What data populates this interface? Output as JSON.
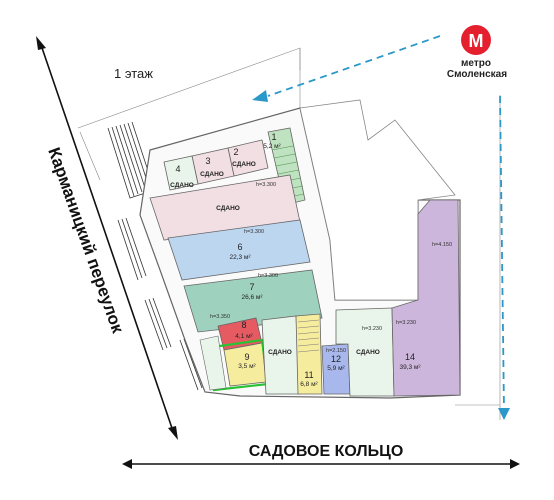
{
  "floor_label": "1 этаж",
  "metro": {
    "logo_letter": "М",
    "line1": "метро",
    "line2": "Смоленская",
    "logo_color": "#e4202e"
  },
  "streets": {
    "left": "Карманицкий переулок",
    "bottom": "САДОВОЕ КОЛЬЦО"
  },
  "colors": {
    "room1": "#bfe3c0",
    "room2": "#f1dfe4",
    "room3": "#f1dfe4",
    "room4": "#e9f5ea",
    "room5": "#f1dfe4",
    "room6": "#bcd6f0",
    "room7": "#9fd1bf",
    "room8": "#e65a62",
    "room9": "#f6ec9e",
    "room10": "#e9f5ea",
    "room11": "#f6ec9e",
    "room12": "#a8b8ec",
    "room13": "#e9f5ea",
    "room14": "#cdb6dc",
    "arrow": "#2a98c9",
    "highlight": "#29c232"
  },
  "rooms": [
    {
      "num": "1",
      "area": "5,2 м²"
    },
    {
      "num": "2",
      "label": "СДАНО"
    },
    {
      "num": "3",
      "label": "СДАНО"
    },
    {
      "num": "4",
      "label": "СДАНО"
    },
    {
      "label": "СДАНО"
    },
    {
      "num": "6",
      "area": "22,3 м²",
      "h": "h=3.300"
    },
    {
      "num": "7",
      "area": "26,6 м²",
      "h": "h=3.300"
    },
    {
      "num": "8",
      "area": "4,1 м²"
    },
    {
      "num": "9",
      "area": "3,5 м²"
    },
    {
      "label": "СДАНО"
    },
    {
      "num": "11",
      "area": "6,8 м²"
    },
    {
      "num": "12",
      "area": "5,9 м²",
      "h": "h=2.150"
    },
    {
      "label": "СДАНО"
    },
    {
      "num": "14",
      "area": "39,3 м²",
      "h": "h=3.230"
    }
  ],
  "heights": {
    "rear_room": "h=4.150",
    "room5": "h=3.300",
    "left_lower": "h=3.350",
    "room13": "h=3.230"
  }
}
